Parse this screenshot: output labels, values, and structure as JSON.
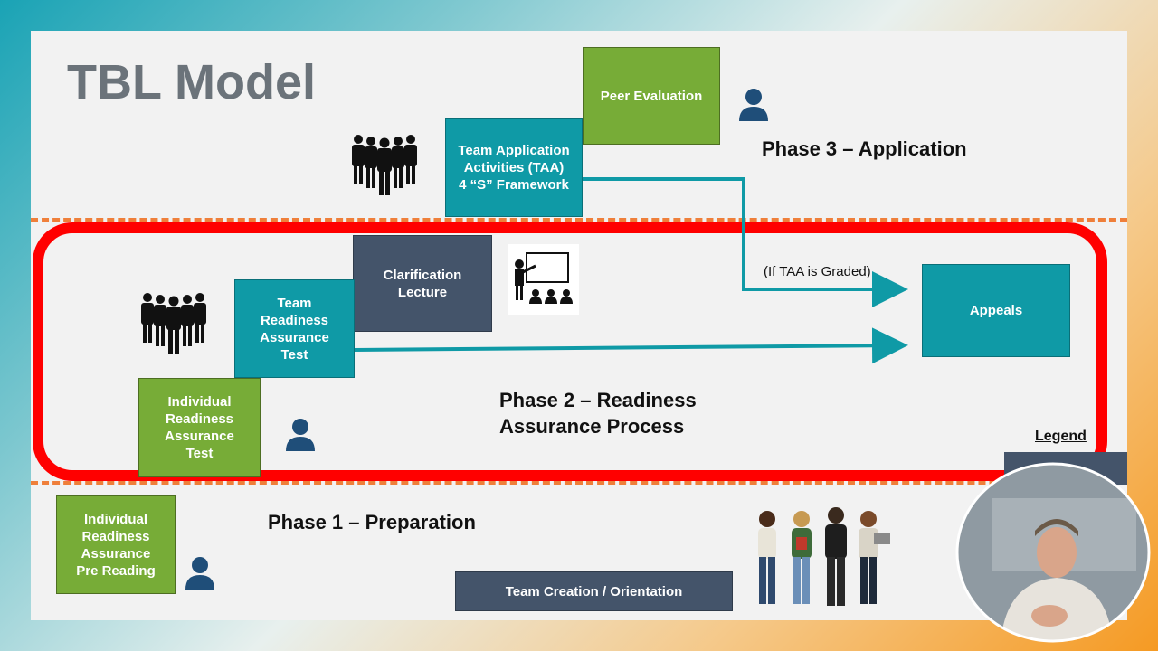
{
  "title": "TBL Model",
  "phases": {
    "phase3": "Phase 3 – Application",
    "phase2_line1": "Phase 2 – Readiness",
    "phase2_line2": "Assurance Process",
    "phase1": "Phase 1 – Preparation"
  },
  "boxes": {
    "peer_evaluation": "Peer Evaluation",
    "taa": "Team Application\nActivities (TAA)\n4 “S” Framework",
    "clarification": "Clarification\nLecture",
    "trat": "Team\nReadiness\nAssurance\nTest",
    "irat": "Individual\nReadiness\nAssurance\nTest",
    "appeals": "Appeals",
    "pre_reading": "Individual\nReadiness\nAssurance\nPre Reading",
    "team_creation": "Team Creation / Orientation"
  },
  "arrow_label": "(If TAA is Graded)",
  "legend": "Legend",
  "colors": {
    "green": "#77ac37",
    "teal": "#0f9aa6",
    "navy": "#44546a",
    "red_outline": "#ff0000",
    "dashed_line": "#ef7f3a",
    "person_icon": "#1f4e79"
  },
  "icons": [
    "team-group-icon",
    "person-icon",
    "teacher-lecture-icon",
    "students-photo",
    "presenter-video"
  ]
}
